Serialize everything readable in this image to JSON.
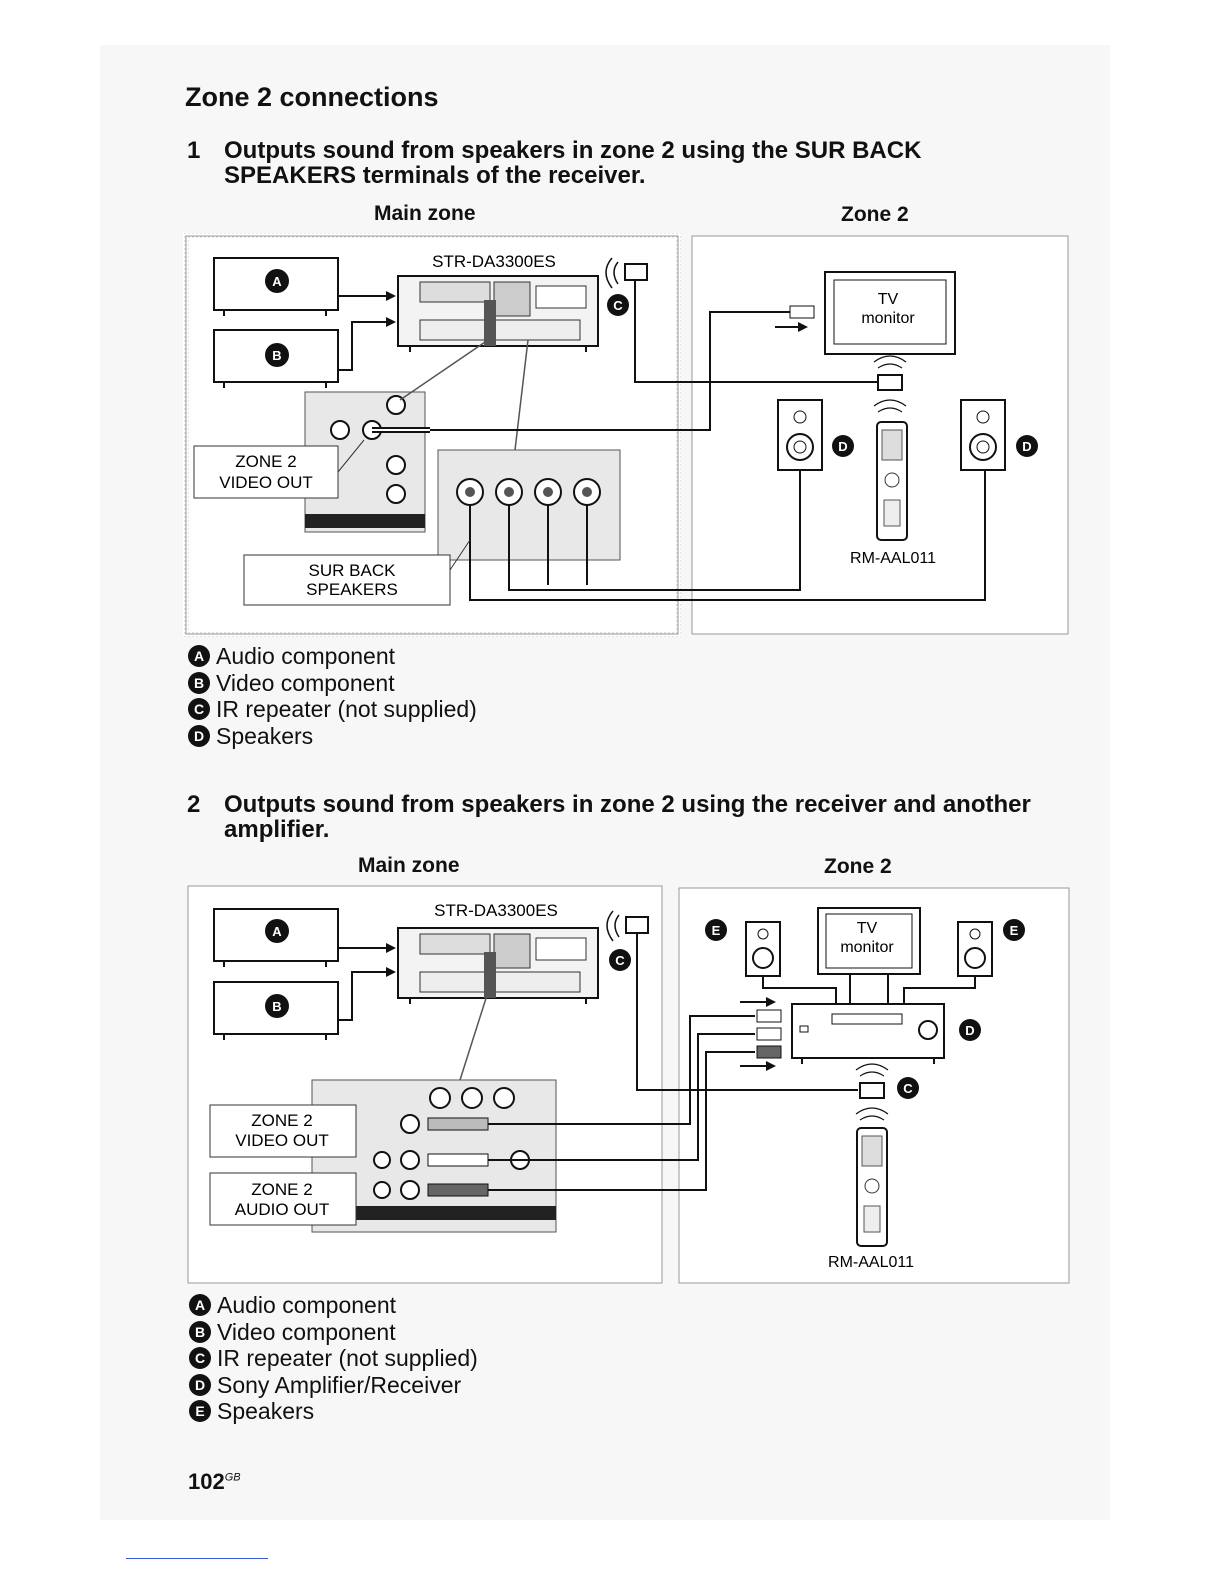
{
  "title": "Zone 2 connections",
  "section1": {
    "number": "1",
    "heading_line1": "Outputs sound from speakers in zone 2 using the SUR BACK",
    "heading_line2": "SPEAKERS terminals of the receiver.",
    "main_zone_label": "Main zone",
    "zone2_label": "Zone 2",
    "diagram": {
      "receiver_model": "STR-DA3300ES",
      "callout_video_line1": "ZONE 2",
      "callout_video_line2": "VIDEO OUT",
      "callout_speakers_line1": "SUR BACK",
      "callout_speakers_line2": "SPEAKERS",
      "tv_line1": "TV",
      "tv_line2": "monitor",
      "remote_model": "RM-AAL011"
    },
    "legend": [
      {
        "letter": "A",
        "text": "Audio component"
      },
      {
        "letter": "B",
        "text": "Video component"
      },
      {
        "letter": "C",
        "text": "IR repeater (not supplied)"
      },
      {
        "letter": "D",
        "text": "Speakers"
      }
    ]
  },
  "section2": {
    "number": "2",
    "heading_line1": "Outputs sound from speakers in zone 2 using the receiver and another",
    "heading_line2": "amplifier.",
    "main_zone_label": "Main zone",
    "zone2_label": "Zone 2",
    "diagram": {
      "receiver_model": "STR-DA3300ES",
      "callout_video_line1": "ZONE 2",
      "callout_video_line2": "VIDEO OUT",
      "callout_audio_line1": "ZONE 2",
      "callout_audio_line2": "AUDIO OUT",
      "tv_line1": "TV",
      "tv_line2": "monitor",
      "remote_model": "RM-AAL011"
    },
    "legend": [
      {
        "letter": "A",
        "text": "Audio component"
      },
      {
        "letter": "B",
        "text": "Video component"
      },
      {
        "letter": "C",
        "text": "IR repeater (not supplied)"
      },
      {
        "letter": "D",
        "text": "Sony Amplifier/Receiver"
      },
      {
        "letter": "E",
        "text": "Speakers"
      }
    ]
  },
  "page_number": "102",
  "page_suffix": "GB"
}
